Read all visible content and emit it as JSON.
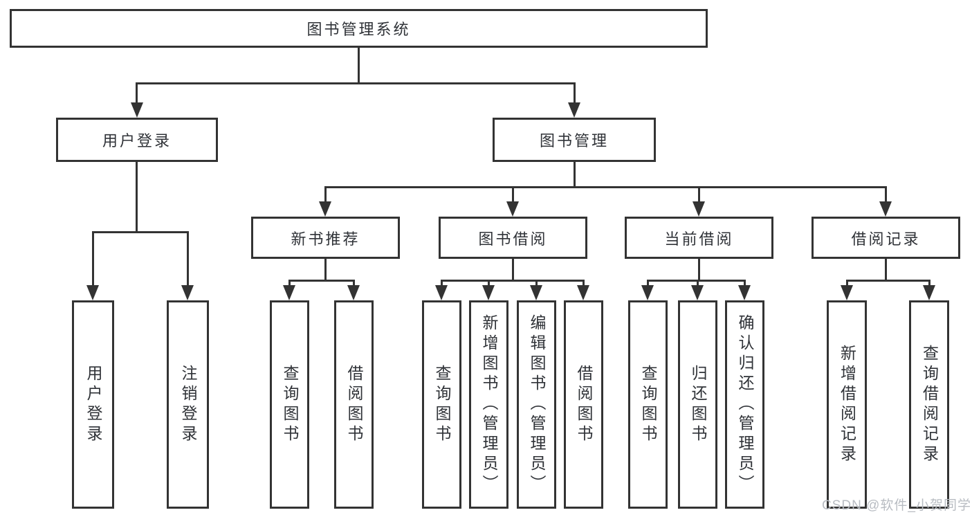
{
  "diagram": {
    "root": "图书管理系统",
    "branches": [
      {
        "label": "用户登录",
        "children": [
          "用户登录",
          "注销登录"
        ]
      },
      {
        "label": "图书管理",
        "children": [
          {
            "label": "新书推荐",
            "children": [
              "查询图书",
              "借阅图书"
            ]
          },
          {
            "label": "图书借阅",
            "children": [
              "查询图书",
              "新增图书（管理员）",
              "编辑图书（管理员）",
              "借阅图书"
            ]
          },
          {
            "label": "当前借阅",
            "children": [
              "查询图书",
              "归还图书",
              "确认归还（管理员）"
            ]
          },
          {
            "label": "借阅记录",
            "children": [
              "新增借阅记录",
              "查询借阅记录"
            ]
          }
        ]
      }
    ],
    "watermark": "CSDN @软件_小贺同学",
    "colors": {
      "line": "#333333",
      "text": "#2f3237",
      "background": "#ffffff",
      "watermark": "#b8bcc2"
    }
  }
}
